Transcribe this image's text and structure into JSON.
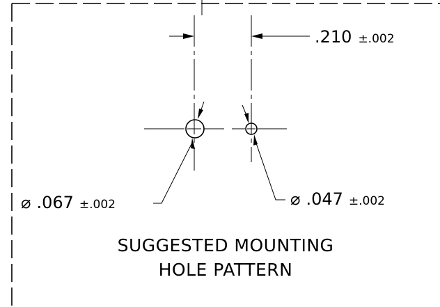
{
  "dimensions": {
    "spacing": {
      "value": ".210",
      "tolerance": "±.002"
    },
    "large_hole": {
      "symbol": "⌀",
      "value": ".067",
      "tolerance": "±.002"
    },
    "small_hole": {
      "symbol": "⌀",
      "value": ".047",
      "tolerance": "±.002"
    }
  },
  "title": {
    "line1": "SUGGESTED MOUNTING",
    "line2": "HOLE PATTERN"
  }
}
